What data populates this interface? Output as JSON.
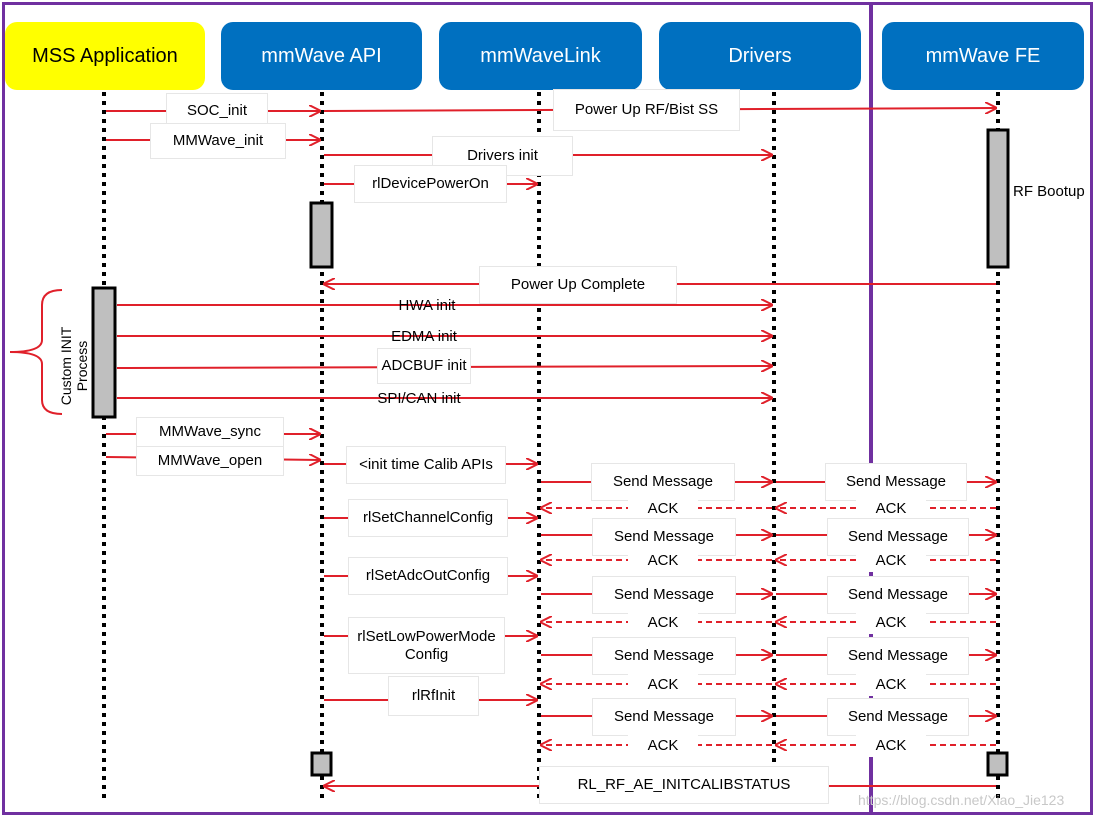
{
  "lifelines": [
    {
      "id": "mss",
      "label": "MSS Application",
      "color": "#ffff00"
    },
    {
      "id": "api",
      "label": "mmWave  API",
      "color": "#0070c0"
    },
    {
      "id": "link",
      "label": "mmWaveLink",
      "color": "#0070c0"
    },
    {
      "id": "drv",
      "label": "Drivers",
      "color": "#0070c0"
    },
    {
      "id": "fe",
      "label": "mmWave  FE",
      "color": "#0070c0"
    }
  ],
  "labels": {
    "soc_init": "SOC_init",
    "power_up_rf": "Power Up RF/Bist SS",
    "mmwave_init": "MMWave_init",
    "drivers_init": "Drivers init",
    "device_power_on": "rlDevicePowerOn",
    "rf_bootup": "RF Bootup",
    "power_up_complete": "Power Up Complete",
    "hwa_init": "HWA init",
    "edma_init": "EDMA init",
    "adcbuf_init": "ADCBUF init",
    "spi_can_init": "SPI/CAN init",
    "custom_init": "Custom INIT Process",
    "mmwave_sync": "MMWave_sync",
    "mmwave_open": "MMWave_open",
    "init_calib": "<init time Calib APIs",
    "set_channel": "rlSetChannelConfig",
    "set_adc_out": "rlSetAdcOutConfig",
    "set_low_power_1": "rlSetLowPowerMode",
    "set_low_power_2": "Config",
    "rf_init": "rlRfInit",
    "send_message": "Send Message",
    "ack": "ACK",
    "calib_status": "RL_RF_AE_INITCALIBSTATUS",
    "watermark": "https://blog.csdn.net/Xiao_Jie123"
  },
  "colors": {
    "arrow": "#e0202a",
    "frame": "#7030a0",
    "header_blue": "#0070c0",
    "header_yellow": "#ffff00",
    "activation": "#bfbfbf"
  }
}
